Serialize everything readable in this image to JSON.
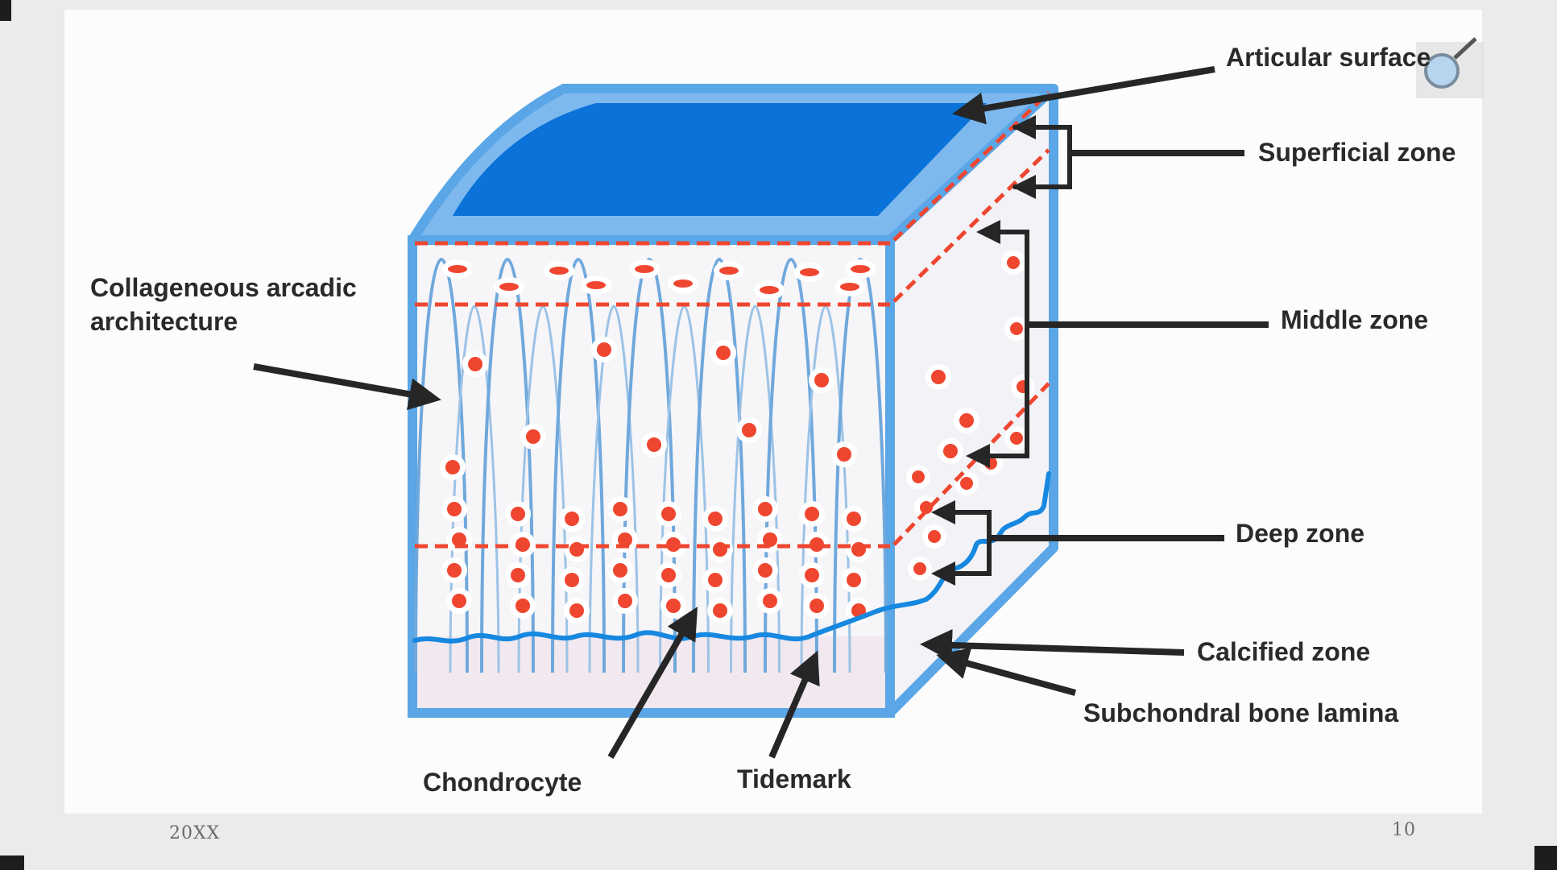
{
  "diagram": {
    "labels": {
      "articular_surface": "Articular surface",
      "superficial_zone": "Superficial zone",
      "middle_zone": "Middle zone",
      "deep_zone": "Deep zone",
      "calcified_zone": "Calcified zone",
      "subchondral_bone_lamina": "Subchondral bone lamina",
      "collageneous_line1": "Collageneous arcadic",
      "collageneous_line2": "architecture",
      "chondrocyte": "Chondrocyte",
      "tidemark": "Tidemark"
    },
    "colors": {
      "cube_edge": "#5aa6e6",
      "top_face": "#0a72d8",
      "zone_boundary": "#ef4630",
      "cell": "#ef4630",
      "fiber": "#6fa8dc",
      "tidemark_line": "#1688e0",
      "arrow": "#262626"
    }
  },
  "slide": {
    "footer_left": "20XX",
    "page_number": "10"
  }
}
